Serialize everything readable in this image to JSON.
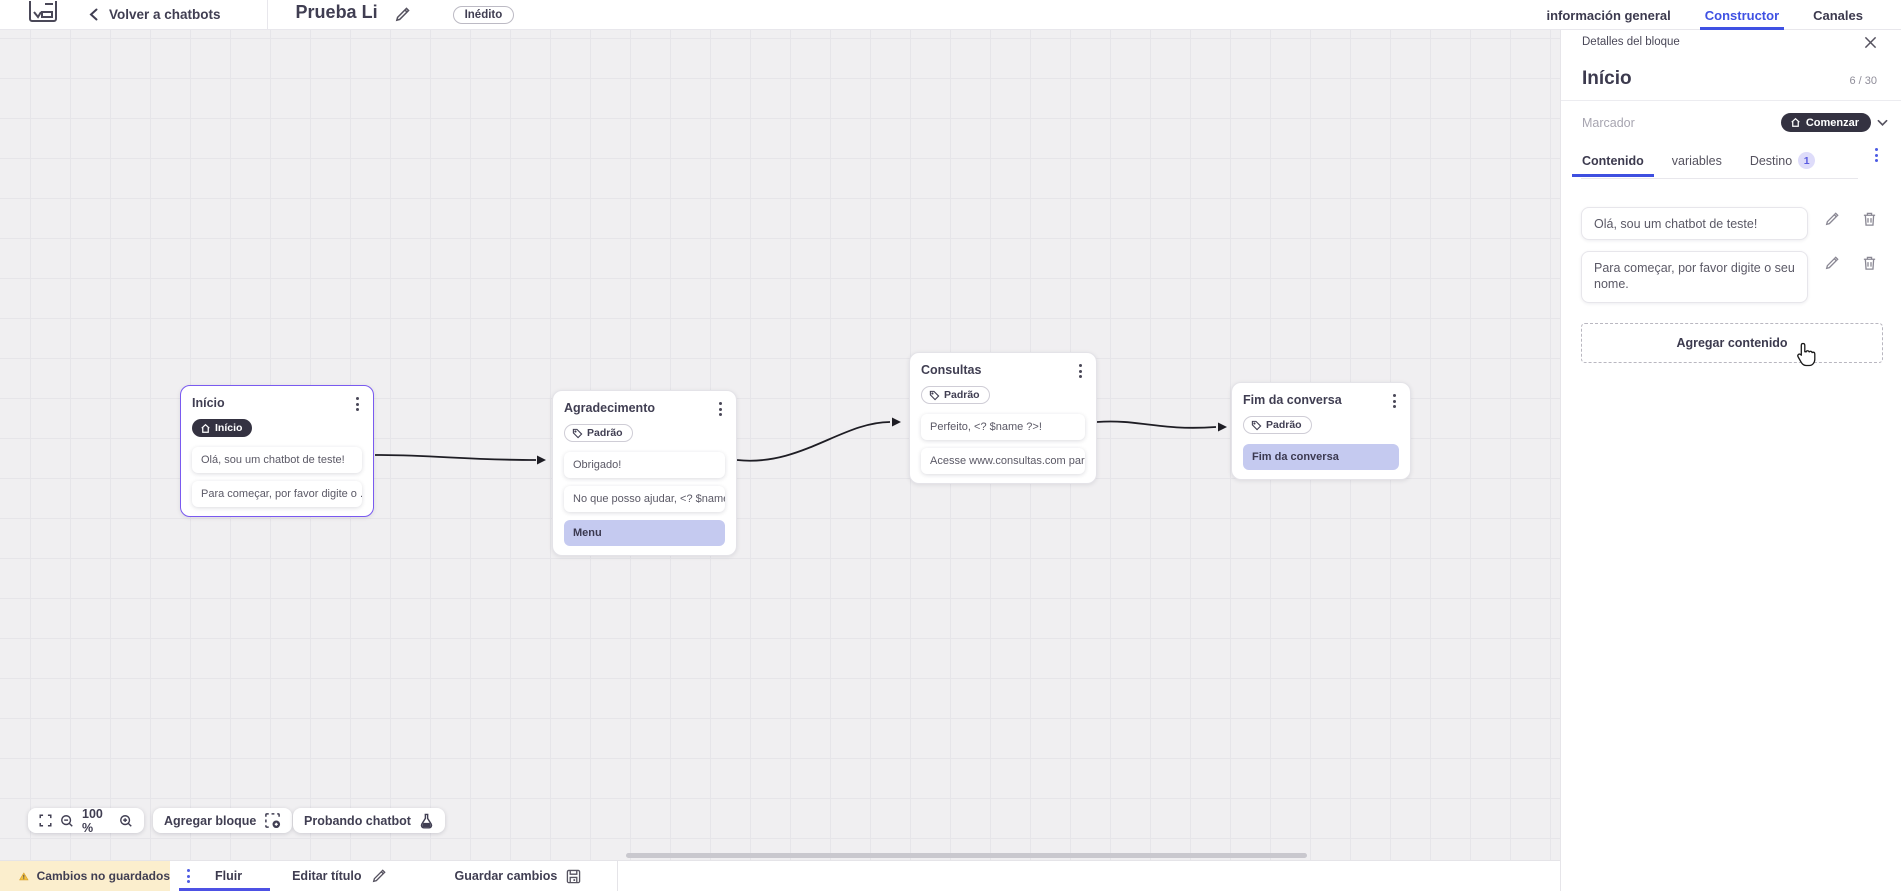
{
  "topbar": {
    "back_label": "Volver a chatbots",
    "bot_title": "Prueba Li",
    "status_badge": "Inédito",
    "tabs": {
      "info": "información general",
      "constructor": "Constructor",
      "canales": "Canales"
    }
  },
  "panel": {
    "header": "Detalles del bloque",
    "block_name": "Início",
    "counter": "6 / 30",
    "marker_label": "Marcador",
    "marker_value": "Comenzar",
    "tabs": {
      "contenido": "Contenido",
      "variables": "variables",
      "destino": "Destino",
      "destino_count": "1"
    },
    "messages": [
      {
        "text": "Olá, sou um chatbot de teste!"
      },
      {
        "text": "Para começar, por favor digite o seu nome."
      }
    ],
    "add_content_label": "Agregar contenido"
  },
  "canvas": {
    "zoom_level": "100 %",
    "add_block_label": "Agregar bloque",
    "test_chatbot_label": "Probando chatbot",
    "blocks": [
      {
        "title": "Início",
        "tag": "Início",
        "cards": [
          {
            "text": "Olá, sou um chatbot de teste!"
          },
          {
            "text": "Para começar, por favor digite o ..."
          }
        ]
      },
      {
        "title": "Agradecimento",
        "tag": "Padrão",
        "cards": [
          {
            "text": "Obrigado!"
          },
          {
            "text": "No que posso ajudar, <? $name ..."
          },
          {
            "text": "Menu"
          }
        ]
      },
      {
        "title": "Consultas",
        "tag": "Padrão",
        "cards": [
          {
            "text": "Perfeito, <? $name ?>!"
          },
          {
            "text": "Acesse www.consultas.com par..."
          }
        ]
      },
      {
        "title": "Fim da conversa",
        "tag": "Padrão",
        "cards": [
          {
            "text": "Fim da conversa"
          }
        ]
      }
    ]
  },
  "bottombar": {
    "unsaved_label": "Cambios no guardados",
    "flow_tab_label": "Fluir",
    "edit_title_label": "Editar título",
    "save_label": "Guardar cambios"
  },
  "colors": {
    "accent_indigo": "#3f51e3",
    "dark_pill": "#343241",
    "selected_border": "#7a5af0",
    "lavender_card": "#c5caf0",
    "warning_bg": "#fbeecd",
    "warning_icon": "#f2c240",
    "canvas_bg": "#f0eff1"
  }
}
